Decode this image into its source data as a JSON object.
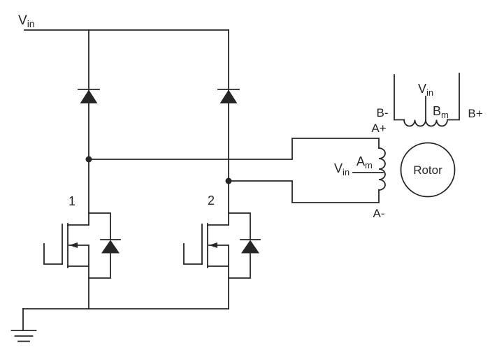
{
  "diagram": {
    "supply_label": {
      "main": "V",
      "sub": "in"
    },
    "transistor_1_label": "1",
    "transistor_2_label": "2",
    "phase_a": {
      "terminal_plus": "A+",
      "terminal_minus": "A-",
      "winding_label": {
        "main": "A",
        "sub": "m"
      },
      "center_tap_label": {
        "main": "V",
        "sub": "in"
      }
    },
    "phase_b": {
      "terminal_minus": "B-",
      "terminal_plus": "B+",
      "winding_label": {
        "main": "B",
        "sub": "m"
      },
      "center_tap_label": {
        "main": "V",
        "sub": "in"
      }
    },
    "rotor_label": "Rotor",
    "colors": {
      "line": "#262626",
      "background": "#ffffff"
    }
  }
}
